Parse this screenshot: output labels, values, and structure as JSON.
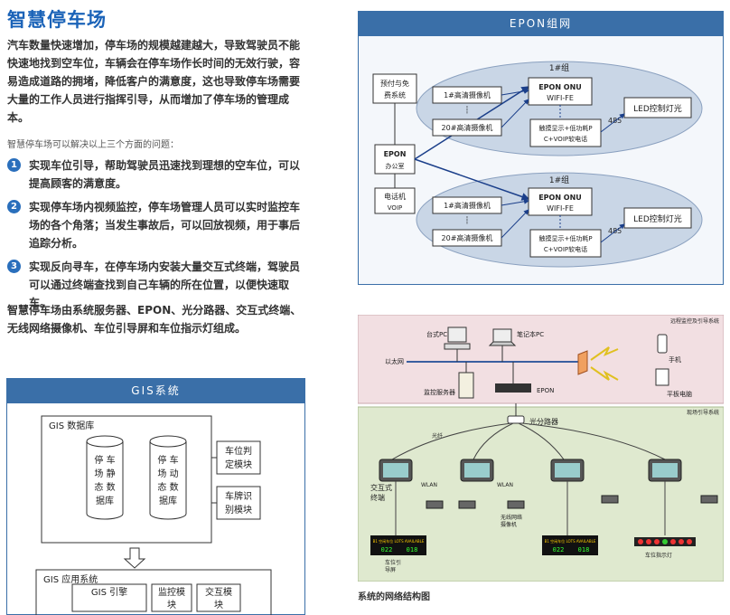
{
  "title": "智慧停车场",
  "intro": "汽车数量快速增加，停车场的规模越建越大，导致驾驶员不能快速地找到空车位，车辆会在停车场作长时间的无效行驶，容易造成道路的拥堵，降低客户的满意度，这也导致停车场需要大量的工作人员进行指挥引导，从而增加了停车场的管理成本。",
  "lead": "智慧停车场可以解决以上三个方面的问题：",
  "bullets": [
    {
      "n": "1",
      "text": "实现车位引导，帮助驾驶员迅速找到理想的空车位，可以提高顾客的满意度。"
    },
    {
      "n": "2",
      "text": "实现停车场内视频监控，停车场管理人员可以实时监控车场的各个角落；当发生事故后，可以回放视频，用于事后追踪分析。"
    },
    {
      "n": "3",
      "text": "实现反向寻车，在停车场内安装大量交互式终端，驾驶员可以通过终端查找到自己车辆的所在位置，以便快速取车。"
    }
  ],
  "summary": "智慧停车场由系统服务器、EPON、光分路器、交互式终端、无线网络摄像机、车位引导屏和车位指示灯组成。",
  "gis": {
    "header": "GIS系统",
    "db": "GIS 数据库",
    "static_db": [
      "停 车",
      "场 静",
      "态 数",
      "据库"
    ],
    "dynamic_db": [
      "停 车",
      "场 动",
      "态 数",
      "据库"
    ],
    "mod1": [
      "车位判",
      "定模块"
    ],
    "mod2": [
      "车牌识",
      "别模块"
    ],
    "app": "GIS 应用系统",
    "engine": "GIS 引擎",
    "monitor": [
      "监控模",
      "块"
    ],
    "interact": [
      "交互模",
      "块"
    ]
  },
  "epon": {
    "header": "EPON组网",
    "group": "1#组",
    "pay": [
      "预付与免",
      "费系统"
    ],
    "cam1": "1#高清摄像机",
    "cam20": "20#高清摄像机",
    "dots": "┆",
    "onu": [
      "EPON ONU",
      "WIFI-FE"
    ],
    "terminal": [
      "触摸显示+低功耗P",
      "C+VOIP软电话"
    ],
    "led": "LED控制灯光",
    "num485": "485",
    "center": [
      "EPON",
      "办公室"
    ],
    "phone": [
      "电话机",
      "VOIP"
    ]
  },
  "net": {
    "top_right": "远程监控及引导系统",
    "desktop": "台式PC",
    "laptop": "笔记本PC",
    "ethernet": "以太网",
    "phone": "手机",
    "tablet": "平板电脑",
    "server": "监控服务器",
    "epon": "EPON",
    "field": "现场引导系统",
    "splitter": "光分路器",
    "fiber": "光纤",
    "wlan1": "WLAN",
    "wlan2": "WLAN",
    "kiosk": [
      "交互式",
      "终端"
    ],
    "wcam": [
      "无线网络",
      "摄像机"
    ],
    "screen_top": "B1 空闲车位 LOTS AVAILABLE",
    "screen_a": "022",
    "screen_b": "018",
    "guide": [
      "车位引",
      "导屏"
    ],
    "lamps": "车位指示灯"
  },
  "caption": "系统的网络结构图",
  "colors": {
    "blue": "#1b63b8",
    "box": "#3a6fa8",
    "pink": "#f2dfe2",
    "green": "#dfe9cf"
  }
}
